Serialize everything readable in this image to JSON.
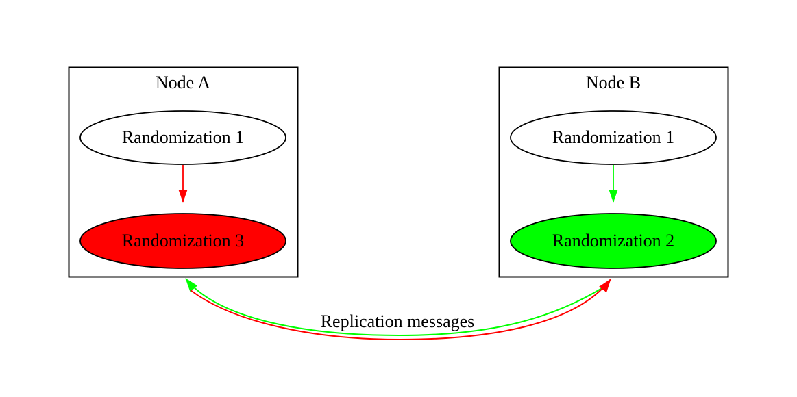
{
  "colors": {
    "red": "#ff0000",
    "green": "#00ff00",
    "black": "#000000",
    "background": "#ffffff"
  },
  "clusters": [
    {
      "label": "Node A",
      "nodes": [
        {
          "label": "Randomization 1",
          "fill": "#ffffff"
        },
        {
          "label": "Randomization 3",
          "fill": "#ff0000"
        }
      ],
      "internal_edge_color": "#ff0000"
    },
    {
      "label": "Node B",
      "nodes": [
        {
          "label": "Randomization 1",
          "fill": "#ffffff"
        },
        {
          "label": "Randomization 2",
          "fill": "#00ff00"
        }
      ],
      "internal_edge_color": "#00ff00"
    }
  ],
  "replication": {
    "label": "Replication messages",
    "to_node_a_color": "#00ff00",
    "to_node_b_color": "#ff0000"
  }
}
